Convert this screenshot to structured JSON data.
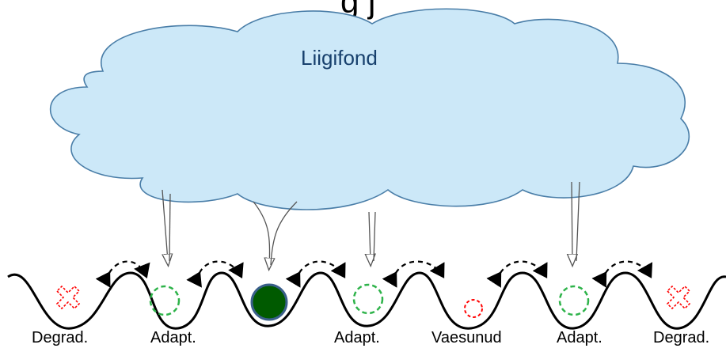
{
  "title_fragment": "g j",
  "cloud": {
    "label": "Liigifond",
    "fill": "#cce8f8",
    "stroke": "#4a7ea8"
  },
  "valley_labels": [
    "Degrad.",
    "Adapt.",
    "Adapt.",
    "Vaesunud",
    "Adapt.",
    "Degrad."
  ],
  "valley_states": [
    {
      "state": "degraded",
      "icon": "red-dashed-cross-icon"
    },
    {
      "state": "adapted",
      "icon": "green-dashed-circle-icon"
    },
    {
      "state": "filled",
      "icon": "dark-green-filled-circle-icon"
    },
    {
      "state": "adapted",
      "icon": "green-dashed-circle-icon"
    },
    {
      "state": "depleted",
      "icon": "small-red-dashed-circle-icon"
    },
    {
      "state": "adapted",
      "icon": "green-dashed-circle-icon"
    },
    {
      "state": "degraded",
      "icon": "red-dashed-cross-icon"
    }
  ],
  "colors": {
    "adapted": "#2eb34a",
    "degraded": "#ff0000",
    "filled": "#005a00",
    "filled_stroke": "#3a5f8a",
    "line": "#000000"
  }
}
